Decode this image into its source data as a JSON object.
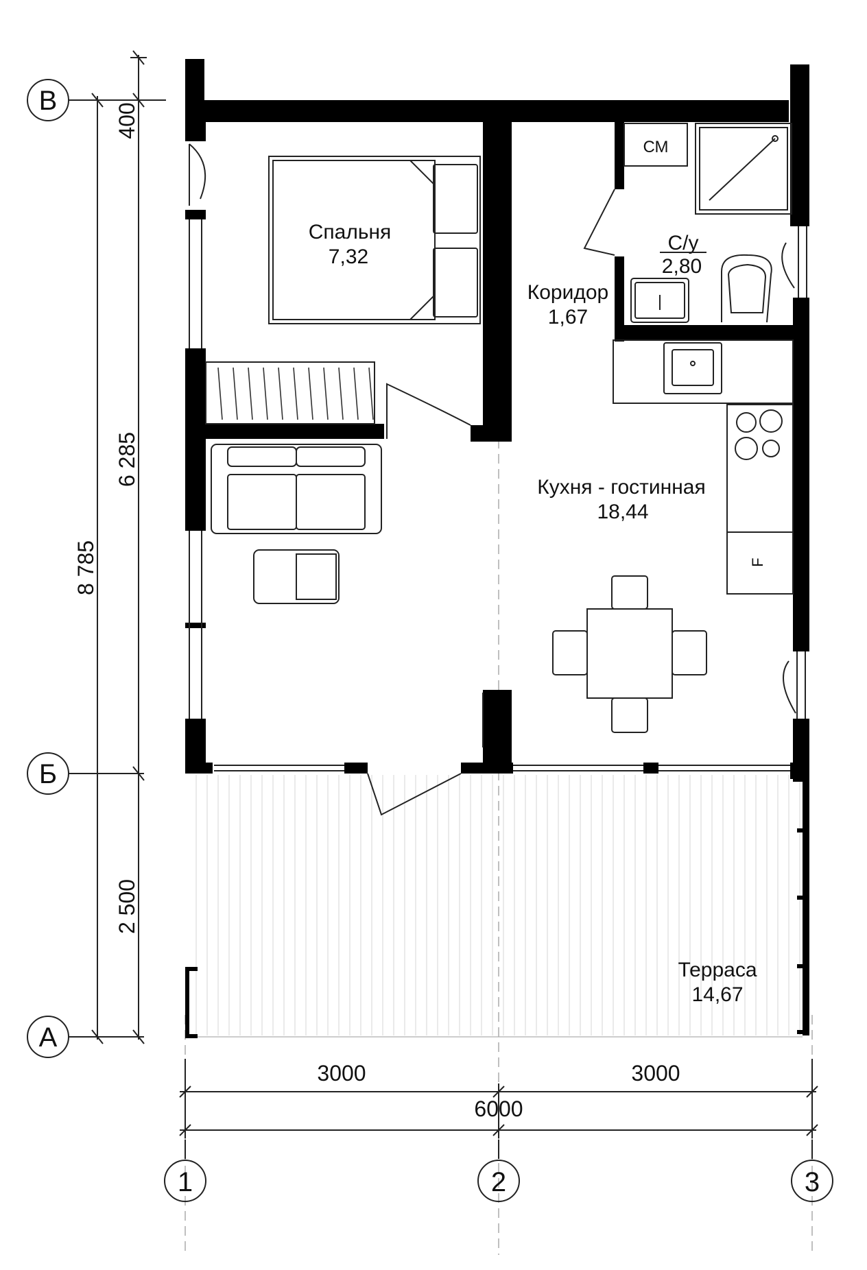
{
  "rooms": {
    "bedroom": {
      "name": "Спальня",
      "area": "7,32"
    },
    "corridor": {
      "name": "Коридор",
      "area": "1,67"
    },
    "bathroom": {
      "name": "С/у",
      "area": "2,80"
    },
    "kitchen_living": {
      "name": "Кухня - гостинная",
      "area": "18,44"
    },
    "terrace": {
      "name": "Терраса",
      "area": "14,67"
    }
  },
  "appliances": {
    "washer": "СМ",
    "fridge": "F"
  },
  "axes": {
    "rows": [
      "В",
      "Б",
      "А"
    ],
    "cols": [
      "1",
      "2",
      "3"
    ]
  },
  "dimensions": {
    "vertical": {
      "top": "400",
      "middle": "6 285",
      "bottom": "2 500",
      "total": "8 785"
    },
    "horizontal": {
      "left": "3000",
      "right": "3000",
      "total": "6000"
    }
  }
}
